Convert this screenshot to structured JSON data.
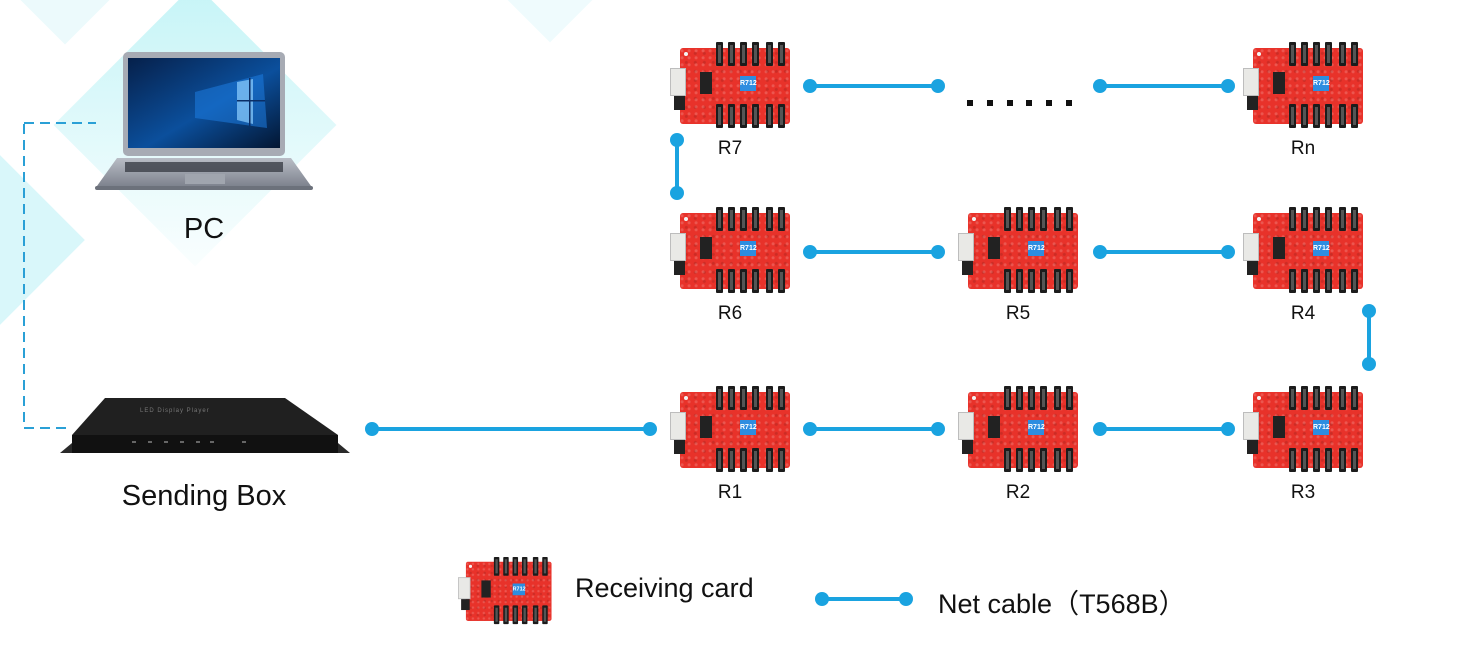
{
  "diagram": {
    "type": "LED receiving card cascade connection",
    "colors": {
      "cable": "#1aa3e0",
      "dashed_link": "#2aa0d6",
      "card_pcb": "#e8322a",
      "card_chip": "#2d8de0",
      "box": "#1a1a1a"
    },
    "pc": {
      "label": "PC",
      "icon": "laptop-icon"
    },
    "sending_box": {
      "label": "Sending Box",
      "icon": "sending-box-icon",
      "panel_text": "LED Display Player"
    },
    "card_chip_text": "R712",
    "ellipsis": "......",
    "cards": [
      {
        "id": "R1",
        "label": "R1"
      },
      {
        "id": "R2",
        "label": "R2"
      },
      {
        "id": "R3",
        "label": "R3"
      },
      {
        "id": "R4",
        "label": "R4"
      },
      {
        "id": "R5",
        "label": "R5"
      },
      {
        "id": "R6",
        "label": "R6"
      },
      {
        "id": "R7",
        "label": "R7"
      },
      {
        "id": "Rn",
        "label": "Rn"
      }
    ],
    "connections": [
      {
        "from": "PC",
        "to": "Sending Box",
        "style": "dashed"
      },
      {
        "from": "Sending Box",
        "to": "R1",
        "style": "net-cable"
      },
      {
        "from": "R1",
        "to": "R2",
        "style": "net-cable"
      },
      {
        "from": "R2",
        "to": "R3",
        "style": "net-cable"
      },
      {
        "from": "R3",
        "to": "R4",
        "style": "net-cable"
      },
      {
        "from": "R4",
        "to": "R5",
        "style": "net-cable"
      },
      {
        "from": "R5",
        "to": "R6",
        "style": "net-cable"
      },
      {
        "from": "R6",
        "to": "R7",
        "style": "net-cable"
      },
      {
        "from": "R7",
        "to": "...",
        "style": "net-cable"
      },
      {
        "from": "...",
        "to": "Rn",
        "style": "net-cable"
      }
    ]
  },
  "legend": {
    "receiving_card": "Receiving card",
    "net_cable": "Net cable（T568B）"
  }
}
